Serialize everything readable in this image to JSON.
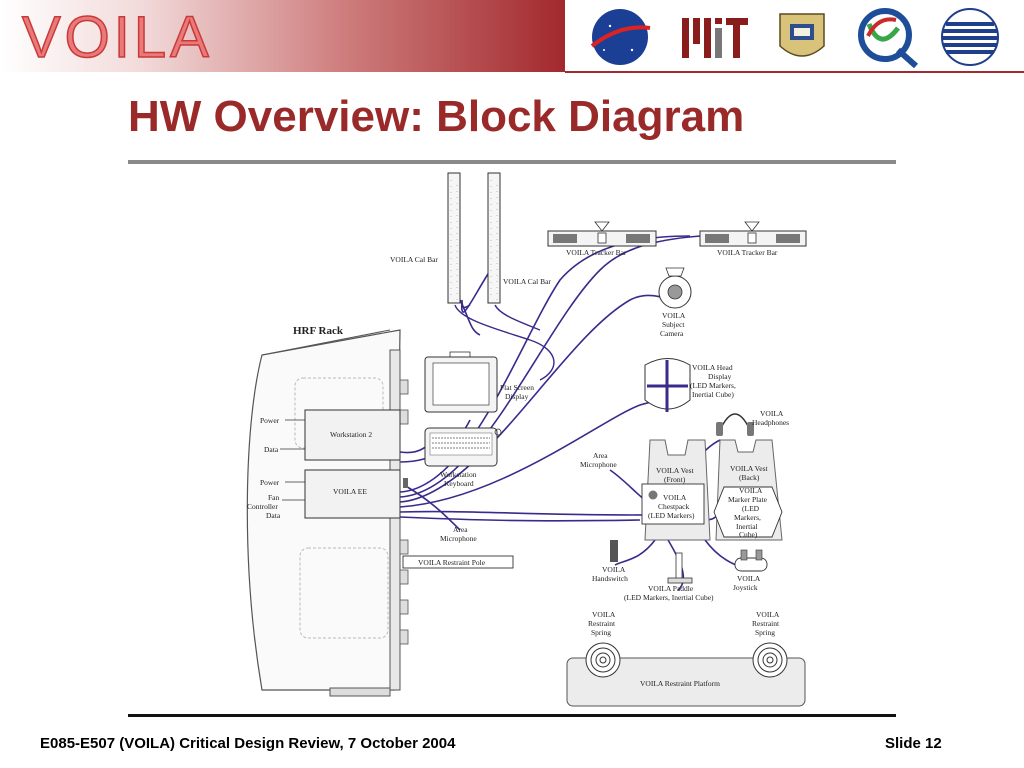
{
  "header": {
    "brand": "VOILA",
    "logos": [
      "nasa-logo",
      "mit-logo",
      "university-crest-logo",
      "q-logo",
      "striped-globe-logo"
    ]
  },
  "slide": {
    "title": "HW Overview: Block Diagram",
    "footer_left": "E085-E507 (VOILA) Critical Design Review, 7 October 2004",
    "footer_right": "Slide 12"
  },
  "diagram": {
    "hrf_rack": "HRF Rack",
    "power_1": "Power",
    "data_1": "Data",
    "power_2": "Power",
    "fan_controller_data": [
      "Fan",
      "Controller",
      "Data"
    ],
    "workstation_2": "Workstation 2",
    "voila_ee": "VOILA EE",
    "restraint_pole": "VOILA Restraint Pole",
    "area_microphone_lower": [
      "Area",
      "Microphone"
    ],
    "flat_screen": [
      "Flat Screen",
      "Display"
    ],
    "workstation_keyboard": [
      "Workstation",
      "Keyboard"
    ],
    "cal_bar_left": "VOILA Cal Bar",
    "cal_bar_right": "VOILA Cal Bar",
    "tracker_bar_left": "VOILA Tracker Bar",
    "tracker_bar_right": "VOILA Tracker Bar",
    "subject_camera": [
      "VOILA",
      "Subject",
      "Camera"
    ],
    "head_display": [
      "VOILA Head",
      "Display",
      "(LED Markers,",
      "Inertial Cube)"
    ],
    "headphones": [
      "VOILA",
      "Headphones"
    ],
    "area_microphone_upper": [
      "Area",
      "Microphone"
    ],
    "vest_front": [
      "VOILA Vest",
      "(Front)"
    ],
    "chestpack": [
      "VOILA",
      "Chestpack",
      "(LED Markers)"
    ],
    "vest_back": [
      "VOILA Vest",
      "(Back)"
    ],
    "marker_plate": [
      "VOILA",
      "Marker Plate",
      "(LED",
      "Markers,",
      "Inertial",
      "Cube)"
    ],
    "handswitch": [
      "VOILA",
      "Handswitch"
    ],
    "paddle": [
      "VOILA Paddle",
      "(LED Markers, Inertial Cube)"
    ],
    "joystick": [
      "VOILA",
      "Joystick"
    ],
    "restraint_spring_left": [
      "VOILA",
      "Restraint",
      "Spring"
    ],
    "restraint_spring_right": [
      "VOILA",
      "Restraint",
      "Spring"
    ],
    "restraint_platform": "VOILA Restraint Platform"
  }
}
